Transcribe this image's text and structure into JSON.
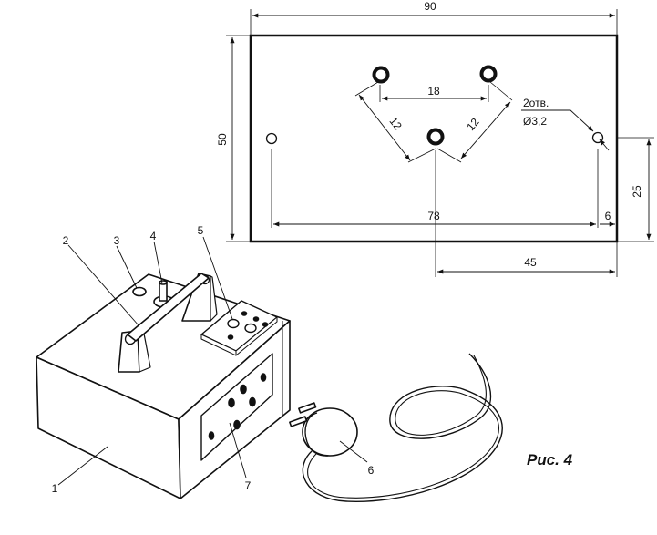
{
  "drawing": {
    "dimensions": {
      "width": "90",
      "height": "50",
      "spacing_top": "18",
      "diag_left": "12",
      "diag_right": "12",
      "span": "78",
      "offset_right": "6",
      "offset_vertical": "25",
      "half_width": "45"
    },
    "holes_note": {
      "count": "2отв.",
      "diameter": "Ø3,2"
    }
  },
  "callouts": [
    "1",
    "2",
    "3",
    "4",
    "5",
    "6",
    "7"
  ],
  "caption": "Рис. 4"
}
